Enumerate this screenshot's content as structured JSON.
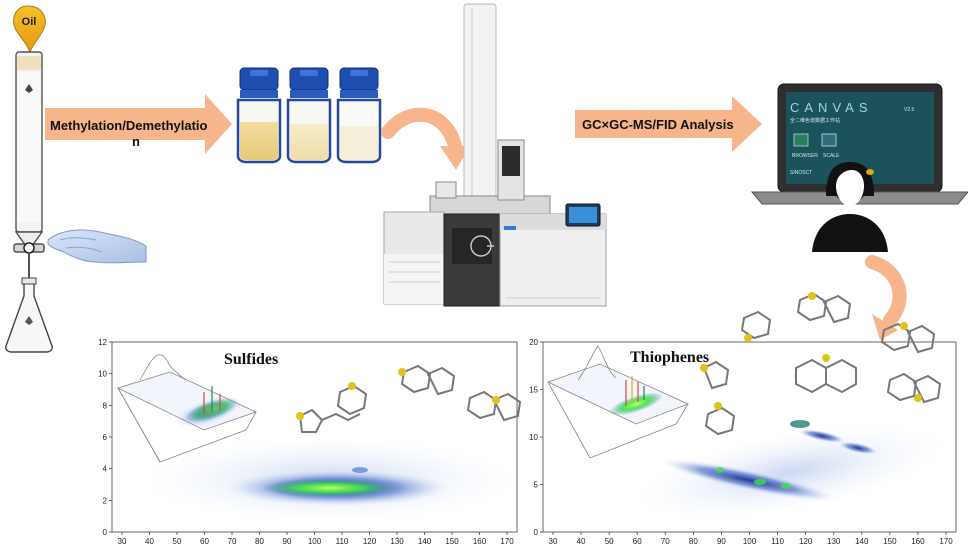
{
  "oil_label": "Oil",
  "step1_label": {
    "line1": "Methylation/Demethylatio",
    "line2": "n"
  },
  "step2_label": "GC×GC-MS/FID Analysis",
  "screen": {
    "title": "CANVAS",
    "version": "V2.5",
    "subtitle": "全二维色谱数据工作站",
    "button1": "BROWSER",
    "button2": "SCALE",
    "brand": "SINOSCT"
  },
  "panels": [
    {
      "title": "Sulfides",
      "y_ticks": [
        "0",
        "2",
        "4",
        "6",
        "8",
        "10",
        "12"
      ],
      "x_ticks": [
        "30",
        "40",
        "50",
        "60",
        "70",
        "80",
        "90",
        "100",
        "110",
        "120",
        "130",
        "140",
        "150",
        "160",
        "170"
      ]
    },
    {
      "title": "Thiophenes",
      "y_ticks": [
        "0",
        "5",
        "10",
        "15",
        "20"
      ],
      "x_ticks": [
        "30",
        "40",
        "50",
        "60",
        "70",
        "80",
        "90",
        "100",
        "110",
        "120",
        "130",
        "140",
        "150",
        "160",
        "170"
      ]
    }
  ],
  "colors": {
    "arrow": "#f6b58b",
    "vial_cap": "#1e4fb0",
    "peak_core": "#3fe04a",
    "peak_blue": "#1b2f8c"
  }
}
